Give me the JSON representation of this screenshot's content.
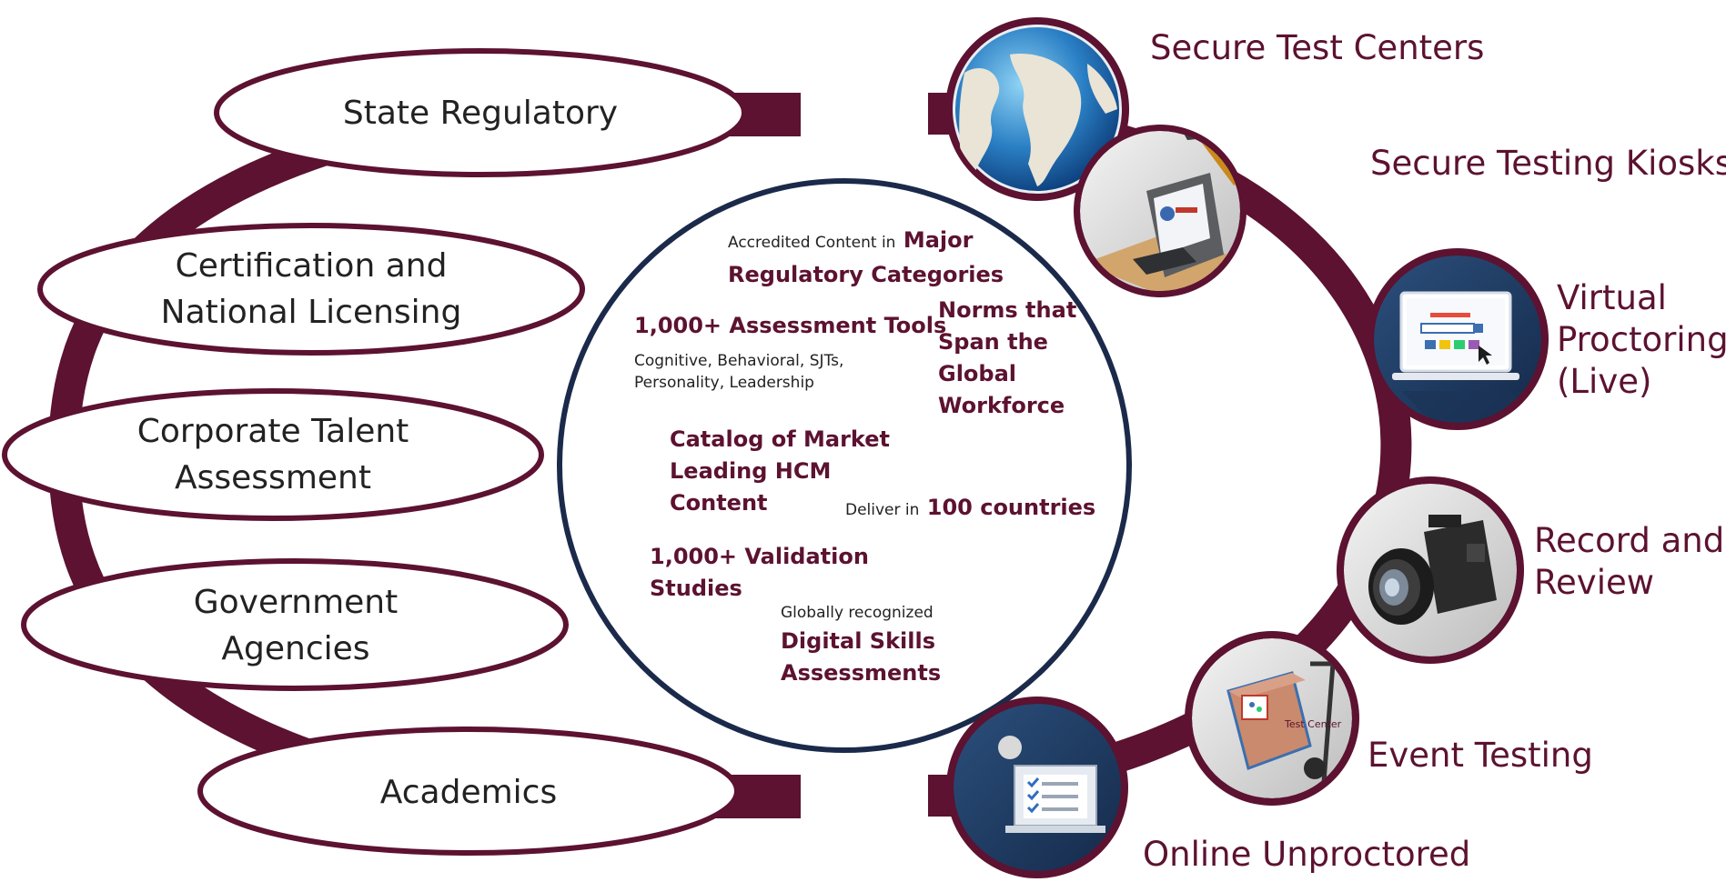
{
  "left_categories": [
    {
      "line1": "State Regulatory",
      "line2": ""
    },
    {
      "line1": "Certification and",
      "line2": "National Licensing"
    },
    {
      "line1": "Corporate Talent",
      "line2": "Assessment"
    },
    {
      "line1": "Government",
      "line2": "Agencies"
    },
    {
      "line1": "Academics",
      "line2": ""
    }
  ],
  "center": {
    "accredited_prefix": "Accredited Content in",
    "accredited_major": "Major",
    "accredited_line2": "Regulatory Categories",
    "tools_title": "1,000+ Assessment Tools",
    "tools_sub1": "Cognitive, Behavioral, SJTs,",
    "tools_sub2": "Personality, Leadership",
    "norms_line1": "Norms that",
    "norms_line2": "Span the",
    "norms_line3": "Global",
    "norms_line4": "Workforce",
    "catalog_line1": "Catalog of Market",
    "catalog_line2": "Leading HCM",
    "catalog_line3": "Content",
    "deliver_prefix": "Deliver in",
    "deliver_bold": "100 countries",
    "validation_line1": "1,000+ Validation",
    "validation_line2": "Studies",
    "digital_sub": "Globally recognized",
    "digital_line1": "Digital Skills",
    "digital_line2": "Assessments"
  },
  "delivery_modes": [
    {
      "line1": "Secure Test Centers",
      "line2": "",
      "line3": "",
      "icon": "globe-icon"
    },
    {
      "line1": "Secure Testing Kiosks",
      "line2": "",
      "line3": "",
      "icon": "kiosk-icon"
    },
    {
      "line1": "Virtual",
      "line2": "Proctoring",
      "line3": "(Live)",
      "icon": "laptop-icon"
    },
    {
      "line1": "Record and",
      "line2": "Review",
      "line3": "",
      "icon": "camera-icon"
    },
    {
      "line1": "Event Testing",
      "line2": "",
      "line3": "",
      "icon": "hand-truck-icon"
    },
    {
      "line1": "Online Unproctored",
      "line2": "",
      "line3": "",
      "icon": "checklist-laptop-icon"
    }
  ],
  "icon_text": {
    "box_label": "Test Center"
  },
  "colors": {
    "maroon": "#5c1230",
    "navy": "#1b2a4a",
    "text": "#222222"
  }
}
